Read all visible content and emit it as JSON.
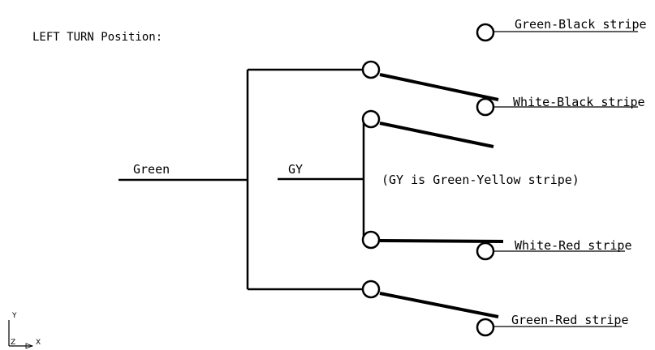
{
  "title": "LEFT TURN Position:",
  "labels": {
    "input": "Green",
    "bus": "GY",
    "note": "(GY is Green-Yellow stripe)",
    "out1": "Green-Black stripe",
    "out2": "White-Black stripe",
    "out3": "White-Red stripe",
    "out4": "Green-Red stripe"
  },
  "ucs": {
    "y": "Y",
    "z": "Z",
    "x": "X"
  }
}
